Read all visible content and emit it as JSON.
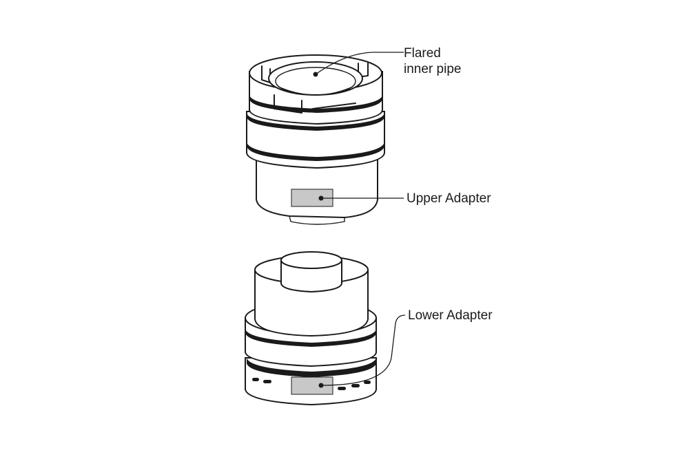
{
  "diagram": {
    "labels": {
      "flared_inner_pipe_line1": "Flared",
      "flared_inner_pipe_line2": "inner pipe",
      "upper_adapter": "Upper Adapter",
      "lower_adapter": "Lower Adapter"
    },
    "colors": {
      "stroke": "#1a1a1a",
      "label_plate": "#c8c8c8",
      "background": "#ffffff"
    }
  }
}
